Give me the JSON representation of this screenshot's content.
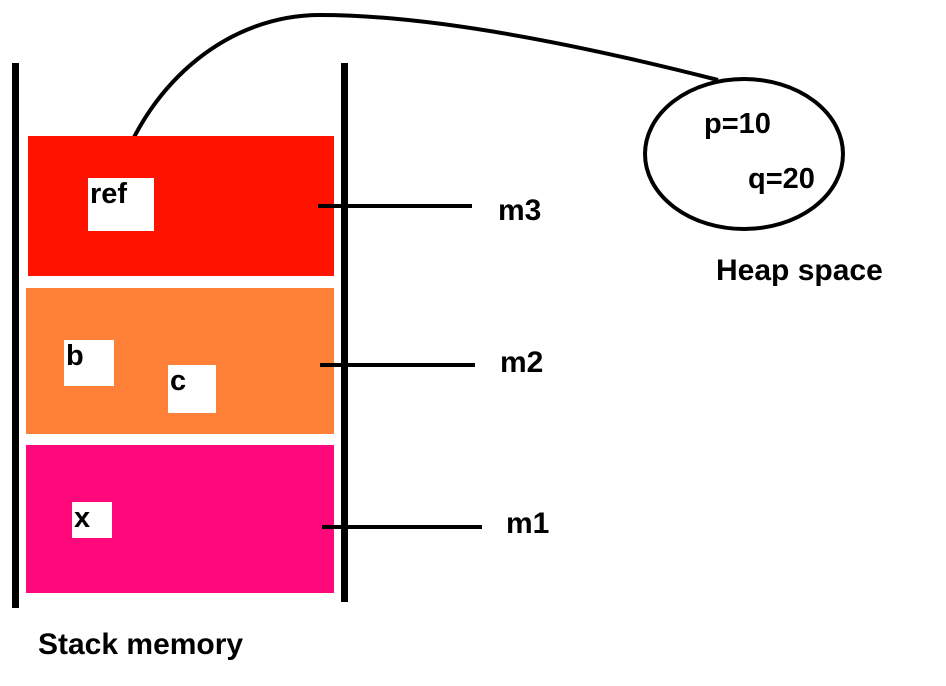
{
  "stack": {
    "caption": "Stack memory",
    "frames": [
      {
        "name": "m3",
        "color": "#ff1300",
        "vars": [
          "ref"
        ]
      },
      {
        "name": "m2",
        "color": "#ff8138",
        "vars": [
          "b",
          "c"
        ]
      },
      {
        "name": "m1",
        "color": "#ff087b",
        "vars": [
          "x"
        ]
      }
    ]
  },
  "heap": {
    "caption": "Heap space",
    "fields": [
      "p=10",
      "q=20"
    ]
  }
}
